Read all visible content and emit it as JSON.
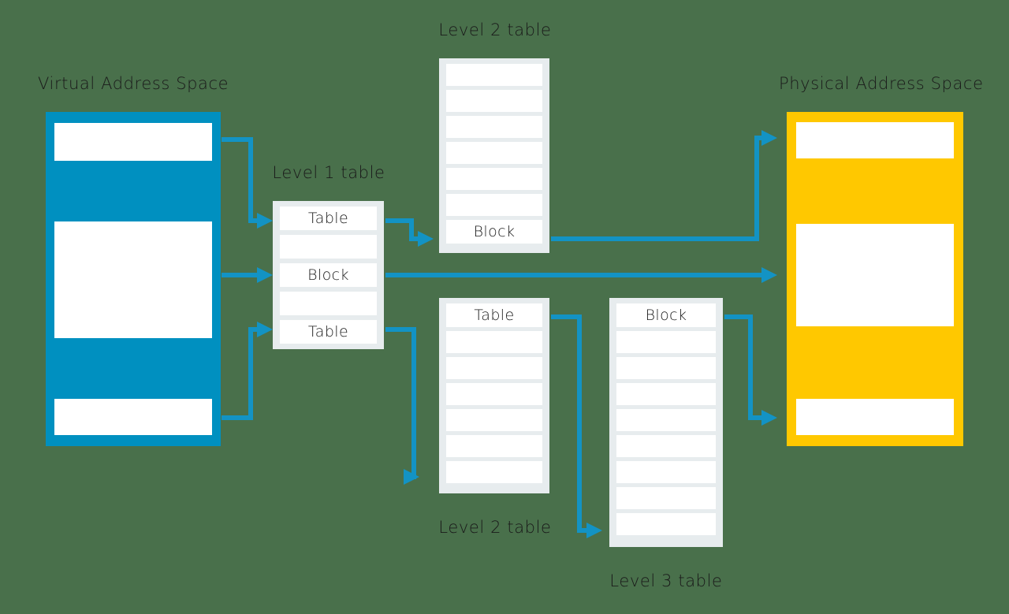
{
  "meta": {
    "title": "Multi-level page table address translation",
    "background_color": "#49704b",
    "accent_blue": "#0090c0",
    "wire_blue": "#1393c4",
    "accent_yellow": "#ffc800",
    "table_frame": "#e7ecee",
    "cell_white": "#ffffff",
    "text_color": "#1a1a1a"
  },
  "captions": {
    "virtual_address_space": "Virtual Address Space",
    "physical_address_space": "Physical Address Space",
    "level1_table": "Level 1 table",
    "level2_table_top": "Level 2 table",
    "level2_table_bottom": "Level 2 table",
    "level3_table": "Level 3 table"
  },
  "virtual_address_space": {
    "label": "Virtual Address Space",
    "regions": [
      {
        "name": "vas-region-top",
        "label": ""
      },
      {
        "name": "vas-region-middle",
        "label": ""
      },
      {
        "name": "vas-region-bottom",
        "label": ""
      }
    ]
  },
  "physical_address_space": {
    "label": "Physical Address Space",
    "regions": [
      {
        "name": "pas-region-top",
        "label": ""
      },
      {
        "name": "pas-region-middle",
        "label": ""
      },
      {
        "name": "pas-region-bottom",
        "label": ""
      }
    ]
  },
  "tables": {
    "level1": {
      "caption": "Level 1 table",
      "entry_count": 5,
      "entries": [
        "Table",
        "",
        "Block",
        "",
        "Table"
      ]
    },
    "level2_top": {
      "caption": "Level 2 table",
      "entry_count": 7,
      "entries": [
        "",
        "",
        "",
        "",
        "",
        "",
        "Block"
      ]
    },
    "level2_bottom": {
      "caption": "Level 2 table",
      "entry_count": 7,
      "entries": [
        "Table",
        "",
        "",
        "",
        "",
        "",
        ""
      ]
    },
    "level3": {
      "caption": "Level 3 table",
      "entry_count": 9,
      "entries": [
        "Block",
        "",
        "",
        "",
        "",
        "",
        "",
        "",
        ""
      ]
    }
  },
  "connections": [
    {
      "name": "vas-top-to-l1-entry0",
      "from": "vas-region-top",
      "to": "level1.entries.0"
    },
    {
      "name": "vas-middle-to-l1-entry2",
      "from": "vas-region-middle",
      "to": "level1.entries.2"
    },
    {
      "name": "vas-bottom-to-l1-entry4",
      "from": "vas-region-bottom",
      "to": "level1.entries.4"
    },
    {
      "name": "l1-entry0-to-l2top",
      "from": "level1.entries.0",
      "to": "level2_top.entries.6"
    },
    {
      "name": "l1-entry2-to-pas-middle",
      "from": "level1.entries.2",
      "to": "pas-region-middle"
    },
    {
      "name": "l1-entry4-to-l2bottom",
      "from": "level1.entries.4",
      "to": "level2_bottom.entries.6"
    },
    {
      "name": "l2top-block-to-pas-top",
      "from": "level2_top.entries.6",
      "to": "pas-region-top"
    },
    {
      "name": "l2bottom-table-to-l3",
      "from": "level2_bottom.entries.0",
      "to": "level3.entries.8"
    },
    {
      "name": "l3-block-to-pas-bottom",
      "from": "level3.entries.0",
      "to": "pas-region-bottom"
    }
  ]
}
